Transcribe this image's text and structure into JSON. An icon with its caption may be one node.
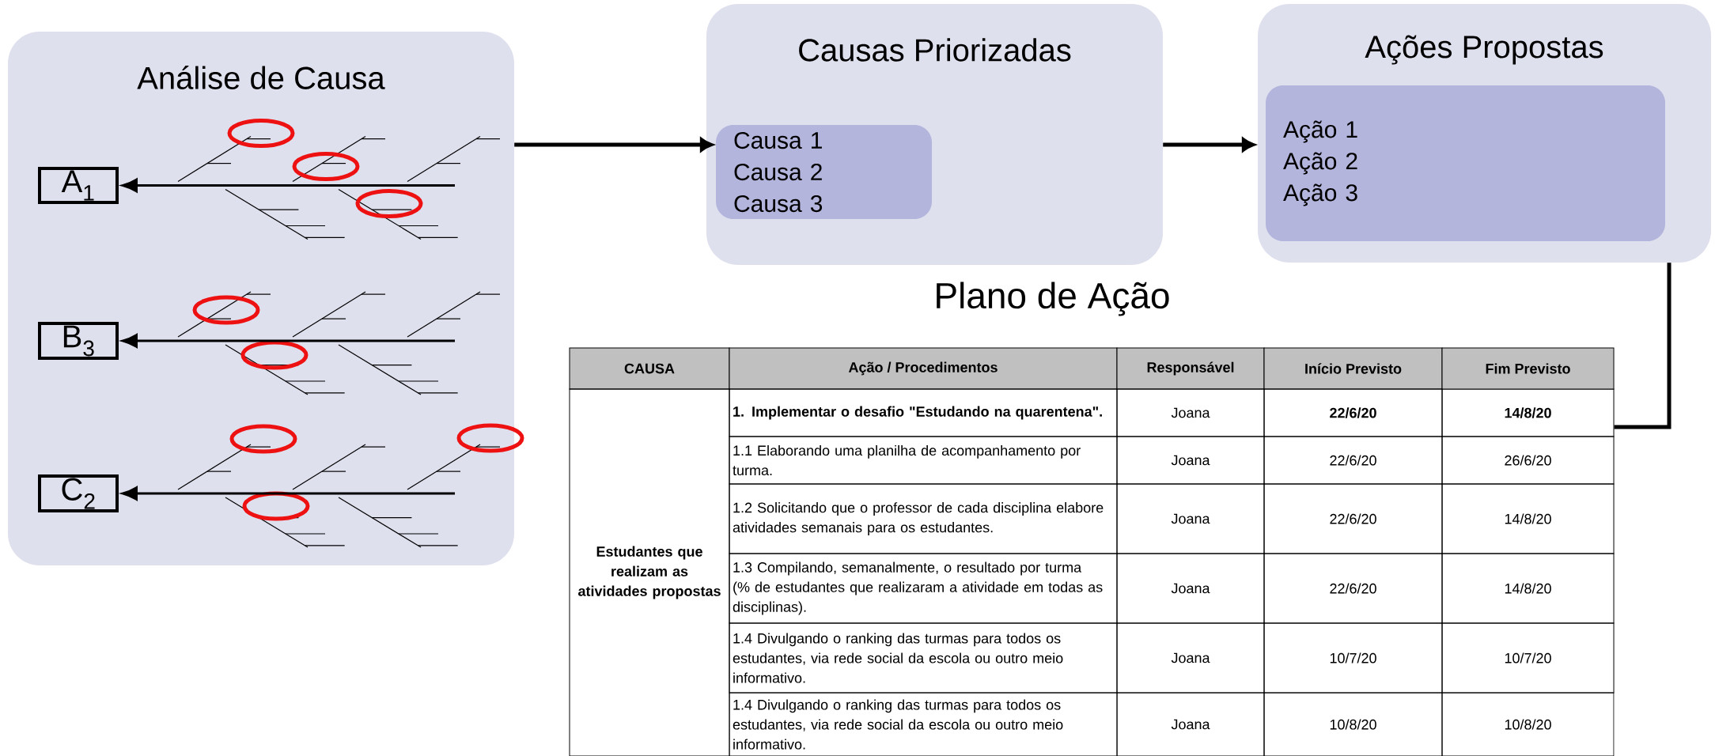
{
  "diagram": {
    "nodes": [
      {
        "text": [
          "Análise de Causa"
        ]
      },
      {
        "text": [
          "A$_{1}$"
        ],
        "in": 0
      },
      {
        "text": [
          "B$_{3}$"
        ],
        "in": 0
      },
      {
        "text": [
          "C$_{2}$"
        ],
        "in": 0
      },
      {
        "text": [
          "Causas Priorizadas"
        ]
      },
      {
        "text": [
          "Causa 1",
          "Causa 2",
          "Causa 3"
        ],
        "in": 4
      },
      {
        "text": [
          "Ações Propostas"
        ]
      },
      {
        "text": [
          "Ação 1",
          "Ação 2",
          "Ação 3"
        ],
        "in": 6
      },
      {
        "text": [
          "14/8/20"
        ]
      }
    ],
    "edges": [
      {
        "from": null,
        "to": 1,
        "arrow": "to"
      },
      {
        "from": null,
        "to": 2,
        "arrow": "to"
      },
      {
        "from": null,
        "to": 3,
        "arrow": "to"
      },
      {
        "from": 0,
        "to": 5,
        "arrow": "to"
      },
      {
        "from": 4,
        "to": 6,
        "arrow": "to"
      },
      {
        "from": 6,
        "to": 8,
        "arrow": "none"
      }
    ],
    "labels": [
      "Plano de Ação",
      "CAUSA",
      "Ação / Procedimentos",
      "Responsável",
      "Início Previsto",
      "Fim Previsto",
      "Estudantes que realizam as atividades propostas",
      "1. Implementar o desafio \"Estudando na quarentena\".",
      "Joana",
      "22/6/20",
      "1.1 Elaborando uma planilha de acompanhamento por turma.",
      "Joana",
      "22/6/20",
      "26/6/20",
      "1.2 Solicitando que o professor de cada disciplina elabore atividades semanais para os estudantes.",
      "Joana",
      "22/6/20",
      "14/8/20",
      "1.3 Compilando, semanalmente, o resultado por turma (% de estudantes que realizaram a atividade em todas as disciplinas).",
      "Joana",
      "22/6/20",
      "14/8/20",
      "1.4 Divulgando o ranking das turmas para todos os estudantes, via rede social da escola ou outro meio informativo.",
      "Joana",
      "10/7/20",
      "10/7/20",
      "1.4 Divulgando o ranking das turmas para todos os estudantes, via rede social da escola ou outro meio informativo.",
      "Joana",
      "10/8/20",
      "10/8/20"
    ]
  }
}
